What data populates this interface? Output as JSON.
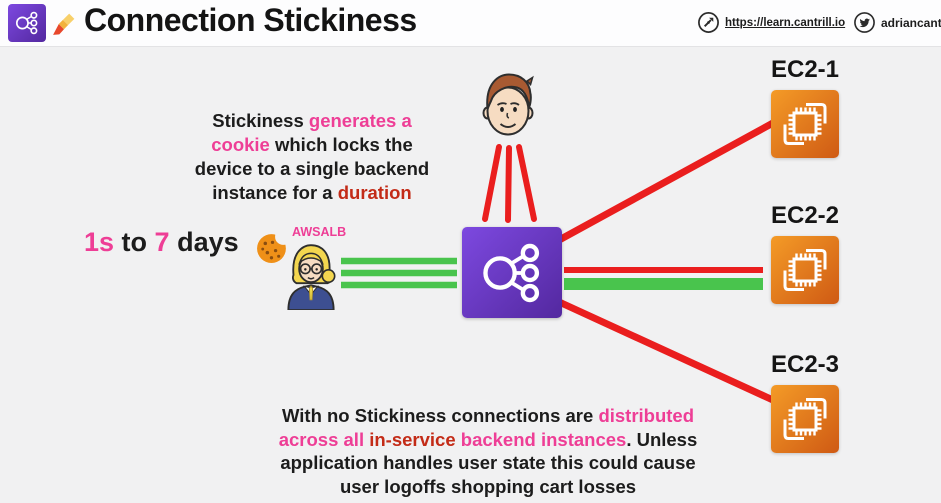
{
  "header": {
    "title": "Connection Stickiness",
    "site_url": "https://learn.cantrill.io",
    "twitter_handle": "adriancantri",
    "icons": [
      "alb-icon",
      "paintbrush-icon",
      "compass-icon",
      "twitter-icon"
    ]
  },
  "diagram": {
    "sticky_note": {
      "lines": [
        [
          {
            "t": "Stickiness ",
            "c": "d"
          },
          {
            "t": "generates a",
            "c": "p"
          }
        ],
        [
          {
            "t": "cookie",
            "c": "p"
          },
          {
            "t": " which locks the",
            "c": "d"
          }
        ],
        [
          {
            "t": "device to a single backend",
            "c": "d"
          }
        ],
        [
          {
            "t": "instance for a ",
            "c": "d"
          },
          {
            "t": "duration",
            "c": "r"
          }
        ]
      ]
    },
    "duration_range": {
      "lines": [
        [
          {
            "t": "1s",
            "c": "p"
          },
          {
            "t": " to ",
            "c": "d"
          },
          {
            "t": "7",
            "c": "p"
          },
          {
            "t": " days",
            "c": "d"
          }
        ]
      ]
    },
    "cookie_label": "AWSALB",
    "instances": [
      {
        "label": "EC2-1"
      },
      {
        "label": "EC2-2"
      },
      {
        "label": "EC2-3"
      }
    ],
    "bottom_note": {
      "lines": [
        [
          {
            "t": "With no Stickiness connections are ",
            "c": "d"
          },
          {
            "t": "distributed",
            "c": "p"
          }
        ],
        [
          {
            "t": "across all ",
            "c": "p"
          },
          {
            "t": "in-service",
            "c": "r"
          },
          {
            "t": " backend instances",
            "c": "p"
          },
          {
            "t": ". Unless",
            "c": "d"
          }
        ],
        [
          {
            "t": "application handles user state this could cause",
            "c": "d"
          }
        ],
        [
          {
            "t": "user logoffs shopping cart losses",
            "c": "d"
          }
        ]
      ]
    },
    "icon_names": {
      "load_balancer": "alb-load-balancer-icon",
      "instance": "ec2-instance-icon",
      "user": "male-user-avatar",
      "client": "female-user-avatar",
      "cookie": "cookie-icon"
    }
  },
  "colors": {
    "text_dark": "#1c1c1c",
    "text_pink": "#ee3e96",
    "text_red": "#c32b17",
    "wire_red": "#ea1e1e",
    "wire_green": "#49c44d",
    "alb_purple_start": "#7d49e0",
    "alb_purple_end": "#53289f",
    "ec2_orange_start": "#f49b27",
    "ec2_orange_end": "#cf5a14",
    "header_bg": "#fdfdfe",
    "canvas_bg": "#f1f1f2"
  }
}
